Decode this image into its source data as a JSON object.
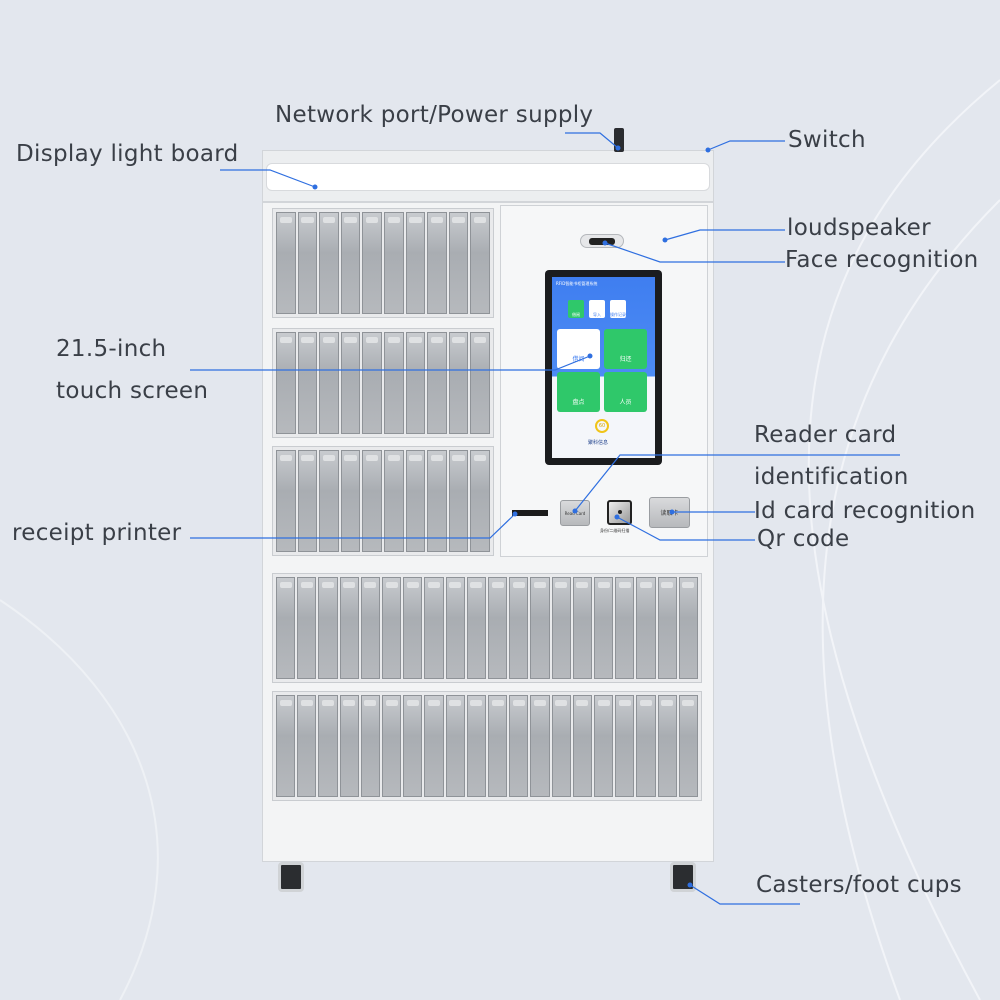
{
  "labels": {
    "network": "Network port/Power supply",
    "switch": "Switch",
    "display_board": "Display light board",
    "loudspeaker": "loudspeaker",
    "face": "Face recognition",
    "touch_line1": "21.5-inch",
    "touch_line2": "touch screen",
    "reader_line1": "Reader card",
    "reader_line2": "identification",
    "idcard": "Id card recognition",
    "printer": "receipt printer",
    "qr": "Qr code",
    "casters": "Casters/foot cups"
  },
  "screen": {
    "title": "RFID智能书柜管理系统",
    "small_tiles": [
      "借阅",
      "导入",
      "操作记录"
    ],
    "tiles": [
      "借阅",
      "归还",
      "盘点",
      "人员"
    ],
    "countdown": "60",
    "brand": "聚科信息"
  },
  "panel": {
    "id_card_label": "读取卡",
    "reader_label": "Read Card",
    "qr_label": "身份/二维码扫描"
  },
  "colors": {
    "line": "#2f6fe0",
    "tile": "#2fc86a",
    "screen": "#3f7ef0"
  }
}
